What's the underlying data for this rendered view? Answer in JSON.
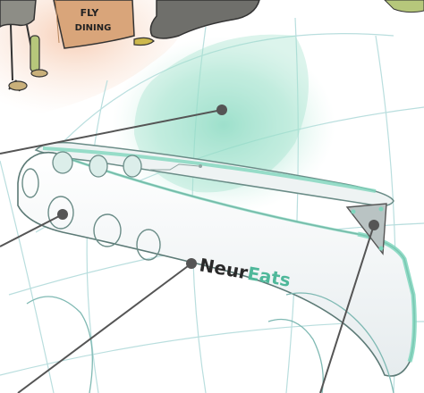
{
  "sign": {
    "line1": "FLY",
    "line2": "DINING"
  },
  "device": {
    "brand_part1": "Neur",
    "brand_part2": "Eats"
  },
  "colors": {
    "mint": "#7fd6bd",
    "teal_glow": "#a8e6d2",
    "device_white": "#f3f6f7",
    "grid": "#b9dede",
    "peach_bg": "#f9dccb",
    "callout": "#555555",
    "brand_dark": "#2a2a2a",
    "brand_teal": "#4fb89a",
    "bag": "#d9a57a"
  }
}
